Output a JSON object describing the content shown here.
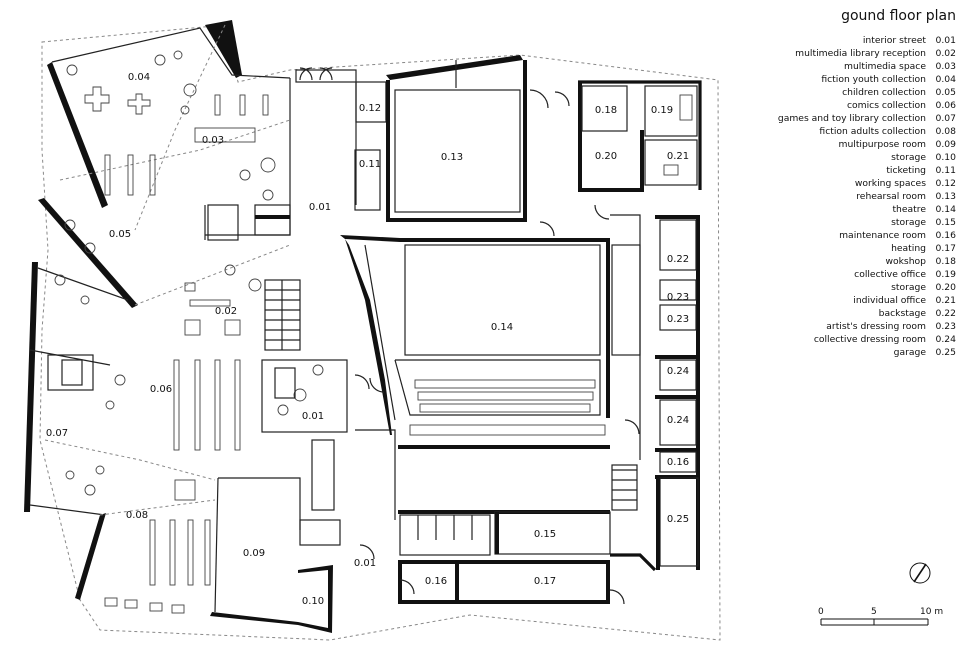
{
  "title": "gound floor plan",
  "legend": [
    {
      "name": "interior street",
      "code": "0.01"
    },
    {
      "name": "multimedia library reception",
      "code": "0.02"
    },
    {
      "name": "multimedia space",
      "code": "0.03"
    },
    {
      "name": "fiction youth collection",
      "code": "0.04"
    },
    {
      "name": "children collection",
      "code": "0.05"
    },
    {
      "name": "comics collection",
      "code": "0.06"
    },
    {
      "name": "games and toy library collection",
      "code": "0.07"
    },
    {
      "name": "fiction adults collection",
      "code": "0.08"
    },
    {
      "name": "multipurpose room",
      "code": "0.09"
    },
    {
      "name": "storage",
      "code": "0.10"
    },
    {
      "name": "ticketing",
      "code": "0.11"
    },
    {
      "name": "working spaces",
      "code": "0.12"
    },
    {
      "name": "rehearsal room",
      "code": "0.13"
    },
    {
      "name": "theatre",
      "code": "0.14"
    },
    {
      "name": "storage",
      "code": "0.15"
    },
    {
      "name": "maintenance room",
      "code": "0.16"
    },
    {
      "name": "heating",
      "code": "0.17"
    },
    {
      "name": "wokshop",
      "code": "0.18"
    },
    {
      "name": "collective office",
      "code": "0.19"
    },
    {
      "name": "storage",
      "code": "0.20"
    },
    {
      "name": "individual office",
      "code": "0.21"
    },
    {
      "name": "backstage",
      "code": "0.22"
    },
    {
      "name": "artist's dressing room",
      "code": "0.23"
    },
    {
      "name": "collective dressing room",
      "code": "0.24"
    },
    {
      "name": "garage",
      "code": "0.25"
    }
  ],
  "room_labels": {
    "r001a": "0.01",
    "r001b": "0.01",
    "r001c": "0.01",
    "r002": "0.02",
    "r003": "0.03",
    "r004": "0.04",
    "r005": "0.05",
    "r006": "0.06",
    "r007": "0.07",
    "r008": "0.08",
    "r009": "0.09",
    "r010": "0.10",
    "r011": "0.11",
    "r012": "0.12",
    "r013": "0.13",
    "r014": "0.14",
    "r015": "0.15",
    "r016a": "0.16",
    "r016b": "0.16",
    "r017": "0.17",
    "r018": "0.18",
    "r019": "0.19",
    "r020": "0.20",
    "r021": "0.21",
    "r022": "0.22",
    "r023a": "0.23",
    "r023b": "0.23",
    "r024a": "0.24",
    "r024b": "0.24",
    "r025": "0.25"
  },
  "scale": {
    "ticks": [
      "0",
      "5",
      "10 m"
    ]
  }
}
